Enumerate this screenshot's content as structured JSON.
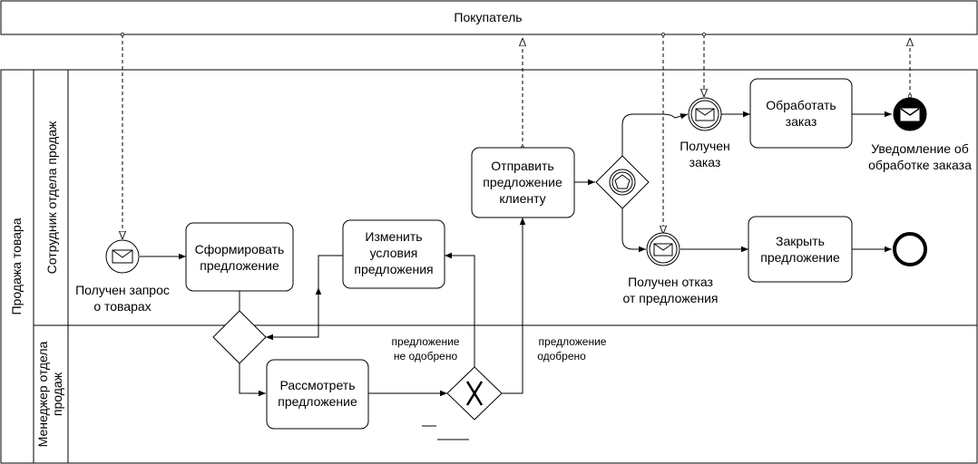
{
  "pools": {
    "buyer": "Покупатель",
    "sales": "Продажа товара"
  },
  "lanes": {
    "employee": "Сотрудник отдела продаж",
    "manager_line1": "Менеджер отдела",
    "manager_line2": "продаж"
  },
  "tasks": {
    "form_offer": [
      "Сформировать",
      "предложение"
    ],
    "change_terms": [
      "Изменить",
      "условия",
      "предложения"
    ],
    "send_offer": [
      "Отправить",
      "предложение",
      "клиенту"
    ],
    "process_order": [
      "Обработать",
      "заказ"
    ],
    "close_offer": [
      "Закрыть",
      "предложение"
    ],
    "review_offer": [
      "Рассмотреть",
      "предложение"
    ]
  },
  "events": {
    "request_received": [
      "Получен запрос",
      "о товарах"
    ],
    "order_received": [
      "Получен",
      "заказ"
    ],
    "refusal_received": [
      "Получен отказ",
      "от предложения"
    ],
    "notify_processed": [
      "Уведомление об",
      "обработке заказа"
    ]
  },
  "conditions": {
    "not_approved": [
      "предложение",
      "не одобрено"
    ],
    "approved": [
      "предложение",
      "одобрено"
    ]
  }
}
